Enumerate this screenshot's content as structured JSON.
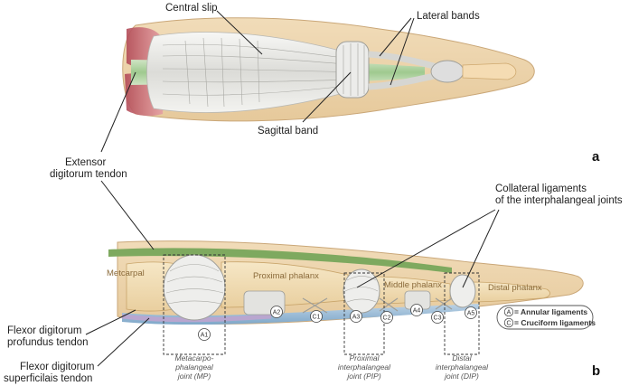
{
  "panel_a": {
    "label": "a",
    "callouts": {
      "central_slip": "Central slip",
      "lateral_bands": "Lateral bands",
      "sagittal_band": "Sagittal band"
    }
  },
  "shared": {
    "extensor_line1": "Extensor",
    "extensor_line2": "digitorum tendon"
  },
  "panel_b": {
    "label": "b",
    "collateral_line1": "Collateral ligaments",
    "collateral_line2": "of the interphalangeal joints",
    "bones": {
      "metacarpal": "Metcarpal",
      "proximal": "Proximal phalanx",
      "middle": "Middle phalanx",
      "distal": "Distal phalanx"
    },
    "pulleys": [
      "A1",
      "A2",
      "C1",
      "A3",
      "C2",
      "A4",
      "C3",
      "A5"
    ],
    "legend": {
      "annular_symbol": "A",
      "annular_text": "= Annular ligaments",
      "cruciform_symbol": "C",
      "cruciform_text": "= Cruciform ligaments"
    },
    "flexor_profundus_line1": "Flexor digitorum",
    "flexor_profundus_line2": "profundus tendon",
    "flexor_superficialis_line1": "Flexor digitorum",
    "flexor_superficialis_line2": "superficilais tendon",
    "joints": {
      "mp_line1": "Metacarpo-",
      "mp_line2": "phalangeal",
      "mp_line3": "joint (MP)",
      "pip_line1": "Proximal",
      "pip_line2": "interphalangeal",
      "pip_line3": "joint (PIP)",
      "dip_line1": "Distal",
      "dip_line2": "interphalangeal",
      "dip_line3": "joint (DIP)"
    }
  }
}
